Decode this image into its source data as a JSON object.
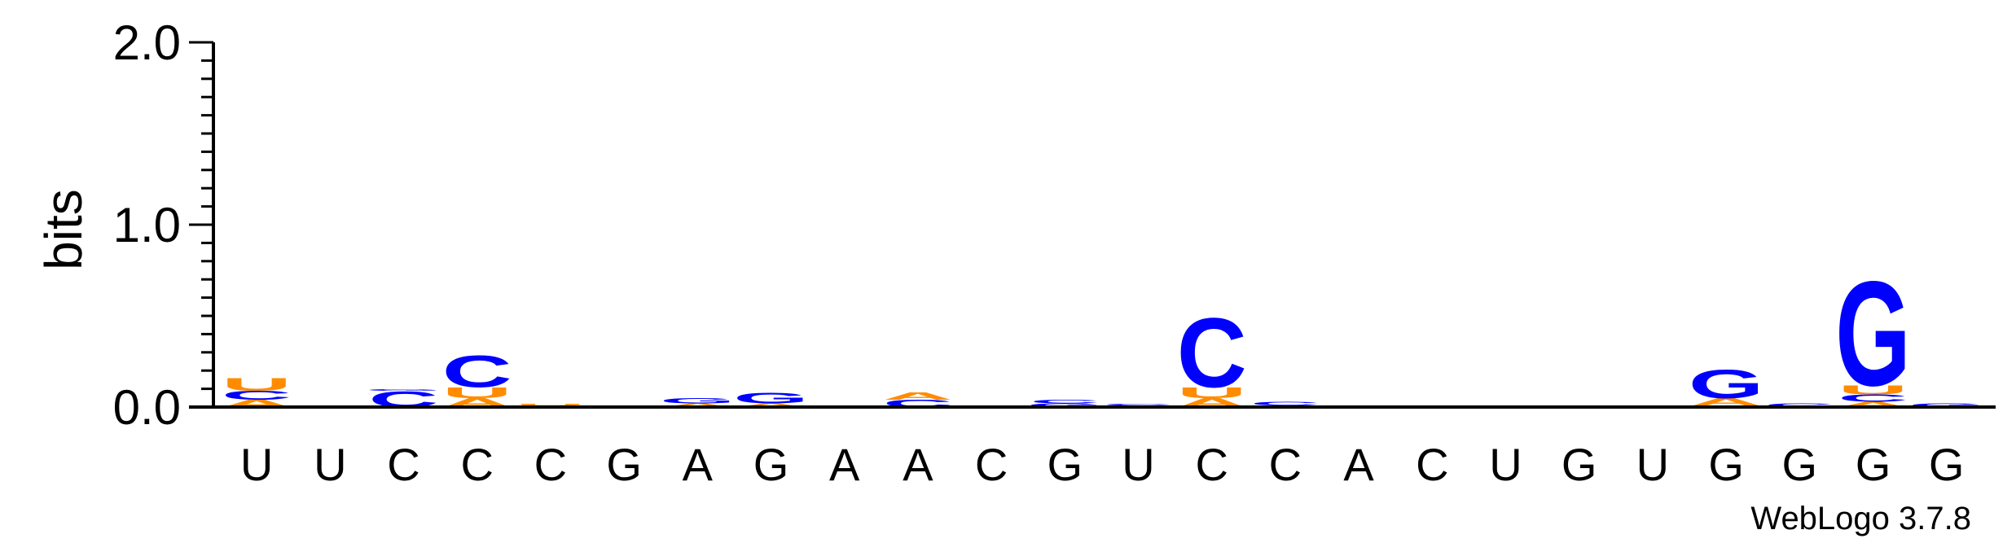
{
  "chart_data": {
    "type": "sequence-logo",
    "ylabel": "bits",
    "ylim": [
      0,
      2.0
    ],
    "yticks": [
      "0.0",
      "1.0",
      "2.0"
    ],
    "positions": [
      "U",
      "U",
      "C",
      "C",
      "C",
      "G",
      "A",
      "G",
      "A",
      "A",
      "C",
      "G",
      "U",
      "C",
      "C",
      "A",
      "C",
      "U",
      "G",
      "U",
      "G",
      "G",
      "G",
      "G"
    ],
    "stacks": [
      [
        {
          "letter": "A",
          "bits": 0.04
        },
        {
          "letter": "C",
          "bits": 0.05
        },
        {
          "letter": "U",
          "bits": 0.07
        }
      ],
      [],
      [
        {
          "letter": "C",
          "bits": 0.09
        },
        {
          "letter": "G",
          "bits": 0.01
        }
      ],
      [
        {
          "letter": "A",
          "bits": 0.05
        },
        {
          "letter": "U",
          "bits": 0.06
        },
        {
          "letter": "C",
          "bits": 0.18
        }
      ],
      [
        {
          "letter": "A",
          "bits": 0.01
        },
        {
          "letter": "U",
          "bits": 0.01
        }
      ],
      [
        {
          "letter": "A",
          "bits": 0.01
        }
      ],
      [
        {
          "letter": "A",
          "bits": 0.02
        },
        {
          "letter": "G",
          "bits": 0.03
        }
      ],
      [
        {
          "letter": "A",
          "bits": 0.02
        },
        {
          "letter": "G",
          "bits": 0.06
        }
      ],
      [],
      [
        {
          "letter": "C",
          "bits": 0.04
        },
        {
          "letter": "A",
          "bits": 0.04
        }
      ],
      [],
      [
        {
          "letter": "G",
          "bits": 0.02
        },
        {
          "letter": "C",
          "bits": 0.02
        }
      ],
      [
        {
          "letter": "A",
          "bits": 0.01
        },
        {
          "letter": "C",
          "bits": 0.01
        }
      ],
      [
        {
          "letter": "A",
          "bits": 0.05
        },
        {
          "letter": "U",
          "bits": 0.06
        },
        {
          "letter": "C",
          "bits": 0.39
        }
      ],
      [
        {
          "letter": "G",
          "bits": 0.01
        },
        {
          "letter": "C",
          "bits": 0.02
        }
      ],
      [
        {
          "letter": "A",
          "bits": 0.01
        }
      ],
      [],
      [],
      [],
      [],
      [
        {
          "letter": "C",
          "bits": 0.01
        },
        {
          "letter": "A",
          "bits": 0.04
        },
        {
          "letter": "G",
          "bits": 0.16
        }
      ],
      [
        {
          "letter": "C",
          "bits": 0.02
        }
      ],
      [
        {
          "letter": "A",
          "bits": 0.03
        },
        {
          "letter": "C",
          "bits": 0.04
        },
        {
          "letter": "U",
          "bits": 0.05
        },
        {
          "letter": "G",
          "bits": 0.59
        }
      ],
      [
        {
          "letter": "G",
          "bits": 0.02
        }
      ]
    ],
    "colors": {
      "A": "#ff8c00",
      "U": "#ff8c00",
      "C": "#0000ff",
      "G": "#0000ff"
    },
    "credit": "WebLogo 3.7.8"
  }
}
